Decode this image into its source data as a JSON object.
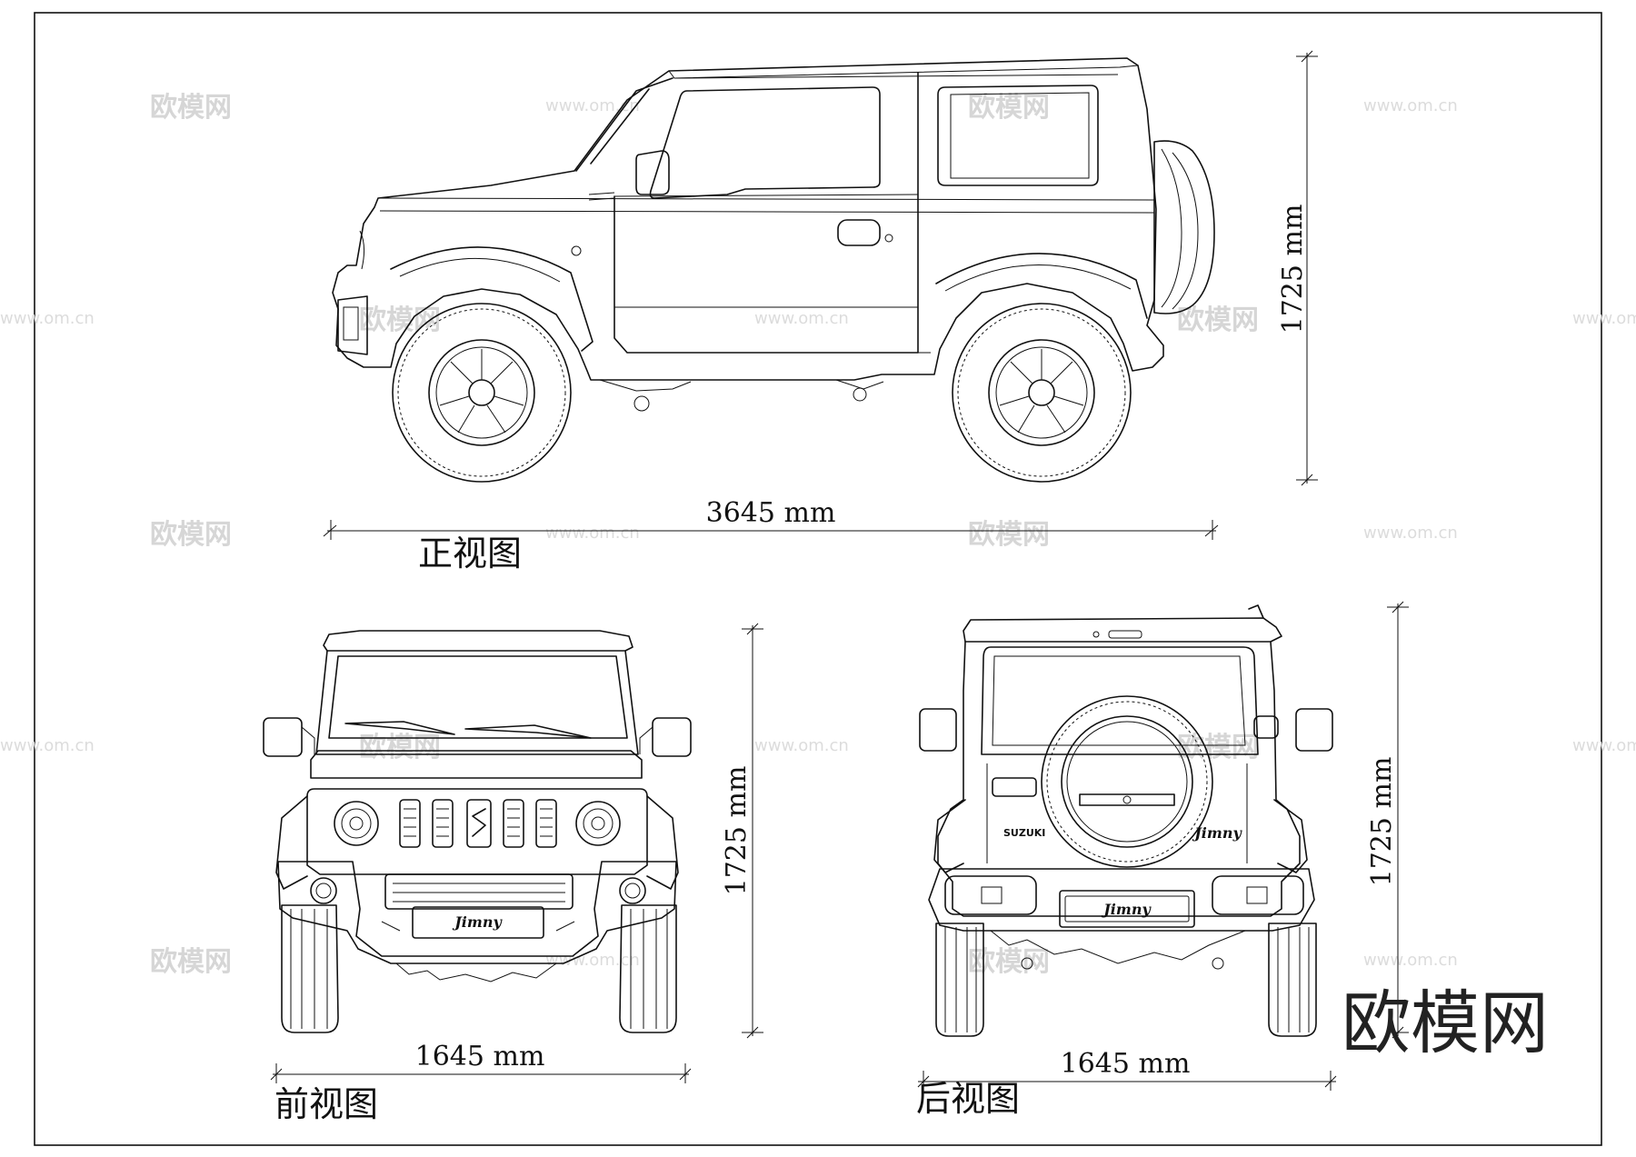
{
  "watermark": {
    "brand": "欧模网",
    "url": "www.om.cn",
    "big_text": "欧模网"
  },
  "views": {
    "side": {
      "caption": "正视图",
      "length_label": "3645 mm",
      "height_label": "1725 mm",
      "badge": ""
    },
    "front": {
      "caption": "前视图",
      "width_label": "1645 mm",
      "height_label": "1725 mm",
      "model_badge": "Jimny"
    },
    "rear": {
      "caption": "后视图",
      "width_label": "1645 mm",
      "height_label": "1725 mm",
      "brand_badge": "SUZUKI",
      "model_badge": "Jimny",
      "plate_badge": "Jimny"
    }
  }
}
